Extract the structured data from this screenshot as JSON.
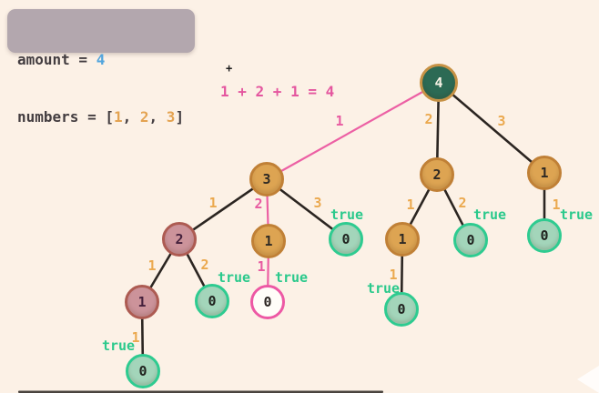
{
  "code_box": {
    "line1_label": "amount",
    "line1_op": " = ",
    "line1_value": "4",
    "line2_label": "numbers",
    "line2_op": " = ",
    "line2_open": "[",
    "line2_v1": "1",
    "line2_c1": ", ",
    "line2_v2": "2",
    "line2_c2": ", ",
    "line2_v3": "3",
    "line2_close": "]"
  },
  "equation": "1 + 2 + 1 = 4",
  "cursor_glyph": "+",
  "colors": {
    "background": "#fcf1e6",
    "code_box_bg": "#b3a7ae",
    "code_text": "#433d40",
    "code_blue": "#52a5dd",
    "code_number_orange": "#e4a351",
    "highlight_pink": "#ec60a4",
    "edge_black": "#2b2521",
    "edge_label_orange": "#eba94f",
    "true_green": "#2bc98c",
    "node_root_fill": "#2c6a54",
    "node_orange_fill": "#dda452",
    "node_rose_fill": "#cc939a",
    "node_green_fill": "#a3d5ba",
    "node_white_fill": "#fffdf8"
  },
  "tree": {
    "nodes": [
      {
        "value": "4",
        "type": "root"
      },
      {
        "value": "3",
        "type": "orange"
      },
      {
        "value": "2",
        "type": "orange"
      },
      {
        "value": "1",
        "type": "orange"
      },
      {
        "value": "2",
        "type": "rose"
      },
      {
        "value": "1",
        "type": "orange"
      },
      {
        "value": "0",
        "type": "green"
      },
      {
        "value": "1",
        "type": "orange"
      },
      {
        "value": "0",
        "type": "green"
      },
      {
        "value": "0",
        "type": "green"
      },
      {
        "value": "1",
        "type": "rose"
      },
      {
        "value": "0",
        "type": "green"
      },
      {
        "value": "0",
        "type": "white"
      },
      {
        "value": "0",
        "type": "green"
      },
      {
        "value": "0",
        "type": "green"
      }
    ],
    "edge_labels": [
      {
        "text": "1",
        "color": "pink"
      },
      {
        "text": "2",
        "color": "orange"
      },
      {
        "text": "3",
        "color": "orange"
      },
      {
        "text": "1",
        "color": "orange"
      },
      {
        "text": "2",
        "color": "pink"
      },
      {
        "text": "3",
        "color": "orange"
      },
      {
        "text": "1",
        "color": "orange"
      },
      {
        "text": "2",
        "color": "orange"
      },
      {
        "text": "1",
        "color": "pink"
      },
      {
        "text": "1",
        "color": "orange"
      },
      {
        "text": "1",
        "color": "orange"
      },
      {
        "text": "2",
        "color": "orange"
      },
      {
        "text": "1",
        "color": "orange"
      },
      {
        "text": "1",
        "color": "orange"
      }
    ],
    "true_labels": [
      {
        "text": "true"
      },
      {
        "text": "true"
      },
      {
        "text": "true"
      },
      {
        "text": "true"
      },
      {
        "text": "true"
      },
      {
        "text": "true"
      },
      {
        "text": "true"
      }
    ]
  }
}
